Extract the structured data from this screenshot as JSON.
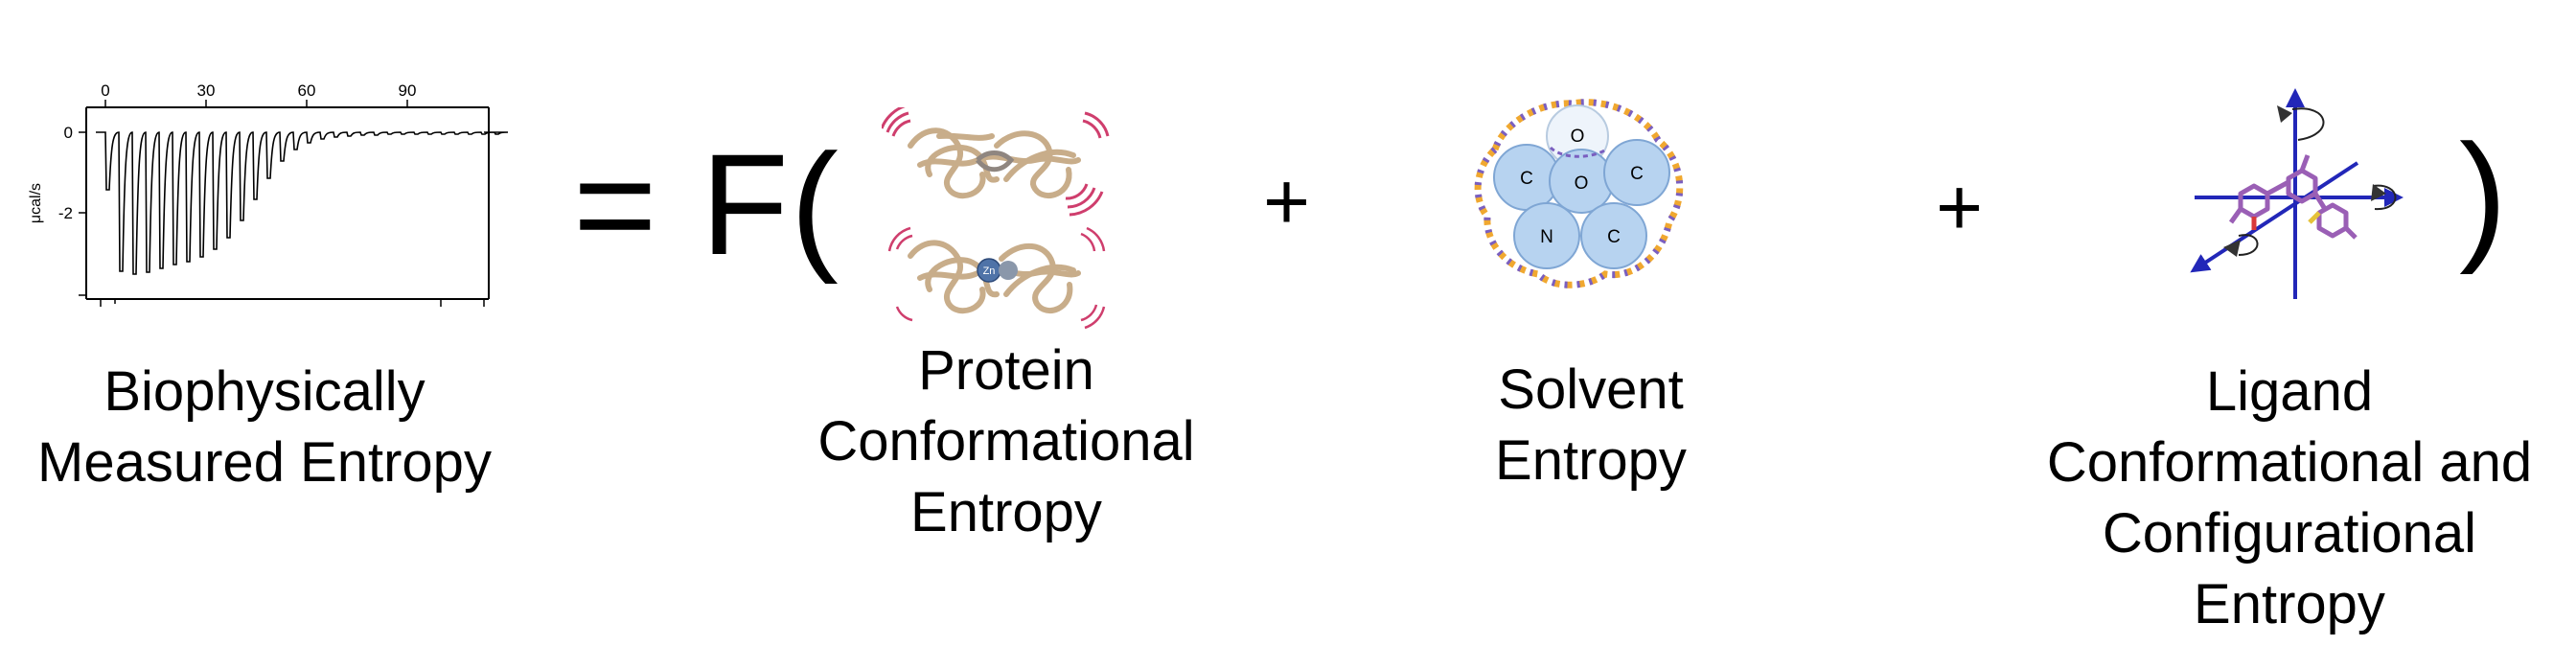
{
  "itc_panel": {
    "ylabel": "μcal/s",
    "x_ticks": [
      "0",
      "30",
      "60",
      "90"
    ],
    "y_ticks": [
      "0",
      "-2"
    ]
  },
  "equation": {
    "equals_f": "= F(",
    "plus_1": "+",
    "plus_2": "+",
    "close_paren": ")"
  },
  "captions": {
    "measured": [
      "Biophysically",
      "Measured Entropy"
    ],
    "protein": [
      "Protein",
      "Conformational",
      "Entropy"
    ],
    "solvent": [
      "Solvent",
      "Entropy"
    ],
    "ligand": [
      "Ligand",
      "Conformational and",
      "Configurational",
      "Entropy"
    ]
  },
  "protein_figure": {
    "zn_label": "Zn"
  },
  "solvent_figure": {
    "atoms": [
      "O",
      "C",
      "O",
      "C",
      "N",
      "C"
    ]
  },
  "colors": {
    "protein": "#c8ad8a",
    "motion_arcs": "#cf3e6d",
    "atom_fill": "#b7d3f0",
    "atom_stroke": "#7fa6d4",
    "water_shell_orange": "#f0a830",
    "water_shell_purple": "#7a5fc0",
    "ligand": "#9a5fb5",
    "axes_blue": "#2227b8"
  }
}
